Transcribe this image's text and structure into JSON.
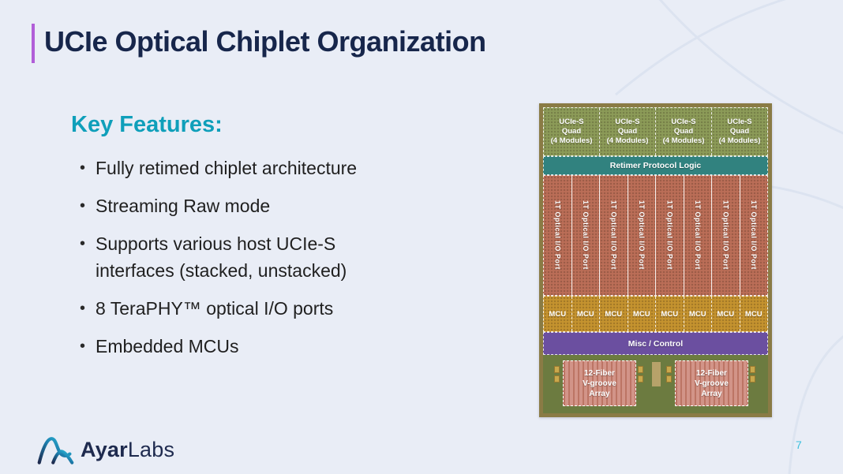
{
  "slide": {
    "title": "UCIe Optical Chiplet Organization",
    "page_number": "7"
  },
  "key_features": {
    "heading": "Key Features:",
    "bullet_char": "•",
    "items": [
      "Fully retimed chiplet architecture",
      "Streaming Raw mode",
      "Supports various host UCIe-S interfaces (stacked, unstacked)",
      "8 TeraPHY™ optical I/O ports",
      "Embedded MCUs"
    ]
  },
  "chip_diagram": {
    "quads": {
      "count": 4,
      "lines": [
        "UCIe-S",
        "Quad",
        "(4 Modules)"
      ]
    },
    "retimer_label": "Retimer Protocol Logic",
    "ports": {
      "count": 8,
      "label": "1T Optical I/O Port"
    },
    "mcus": {
      "count": 8,
      "label": "MCU"
    },
    "misc_label": "Misc / Control",
    "vgrooves": {
      "count": 2,
      "lines": [
        "12-Fiber",
        "V-groove",
        "Array"
      ]
    }
  },
  "footer": {
    "logo_bold": "Ayar",
    "logo_regular": "Labs"
  },
  "colors": {
    "bg": "#e9edf6",
    "title_navy": "#17264b",
    "accent_purple": "#b15ed8",
    "heading_teal": "#0f9fba",
    "body_text": "#1f1f1f",
    "chip_frame": "#8a7b45",
    "quad_green": "#8c9b58",
    "retimer_teal": "#31827f",
    "port_terracotta": "#bb6e57",
    "mcu_mustard": "#c5932f",
    "misc_purple": "#6b4fa0",
    "bottom_green": "#6c7b40",
    "vgroove_pink": "#d29488",
    "pad_gold": "#c9a84c",
    "center_bar_tan": "#b7a26a",
    "logo_navy": "#1e2a4e",
    "page_number_cyan": "#3bc0de"
  }
}
